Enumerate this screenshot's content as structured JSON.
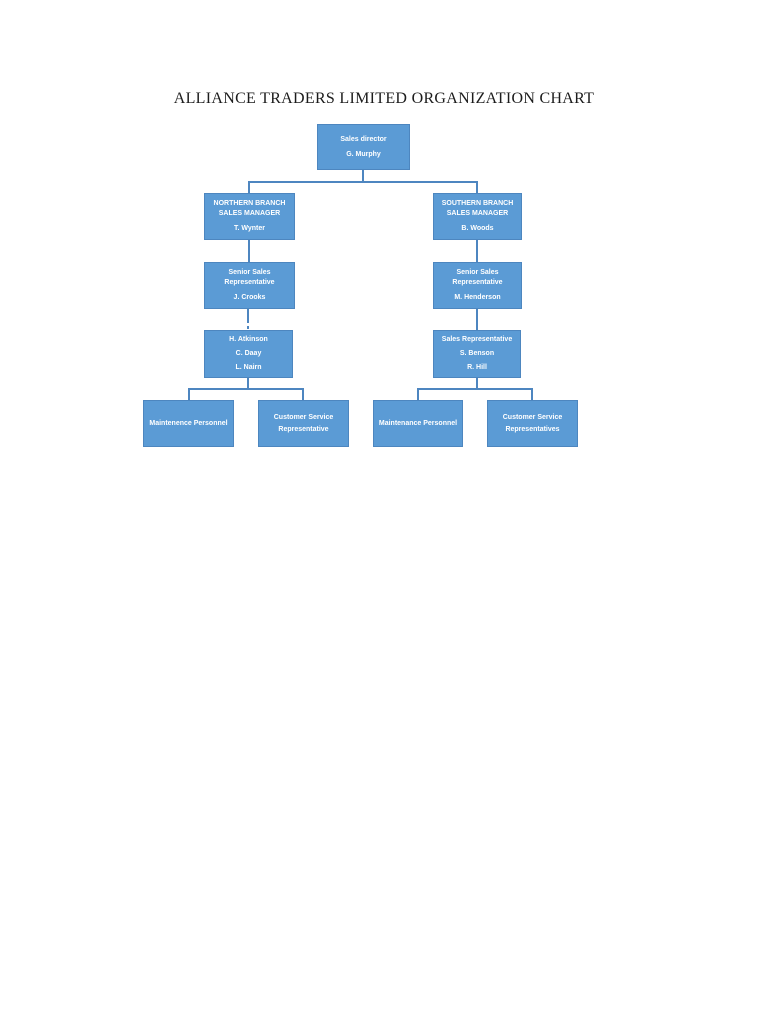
{
  "page": {
    "title": "ALLIANCE TRADERS LIMITED ORGANIZATION CHART"
  },
  "colors": {
    "page_background": "#ffffff",
    "node_fill": "#5b9bd5",
    "node_border": "#4d86bf",
    "node_text": "#ffffff",
    "connector": "#4e86c0",
    "title_text": "#1c1c1c"
  },
  "org": {
    "director": {
      "role": "Sales director",
      "person": "G. Murphy"
    },
    "northern": {
      "manager": {
        "role_line1": "NORTHERN BRANCH",
        "role_line2": "SALES MANAGER",
        "person": "T. Wynter"
      },
      "senior": {
        "role_line1": "Senior Sales",
        "role_line2": "Representative",
        "person": "J. Crooks"
      },
      "reps": {
        "line1": "H. Atkinson",
        "line2": "C. Daay",
        "line3": "L. Nairn"
      },
      "maintenance": {
        "label": "Maintenence Personnel"
      },
      "customer_service": {
        "line1": "Customer Service",
        "line2": "Representative"
      }
    },
    "southern": {
      "manager": {
        "role_line1": "SOUTHERN BRANCH",
        "role_line2": "SALES MANAGER",
        "person": "B. Woods"
      },
      "senior": {
        "role_line1": "Senior Sales",
        "role_line2": "Representative",
        "person": "M. Henderson"
      },
      "reps": {
        "line1": "Sales Representative",
        "line2": "S. Benson",
        "line3": "R. Hill"
      },
      "maintenance": {
        "label": "Maintenance Personnel"
      },
      "customer_service": {
        "line1": "Customer Service",
        "line2": "Representatives"
      }
    }
  }
}
